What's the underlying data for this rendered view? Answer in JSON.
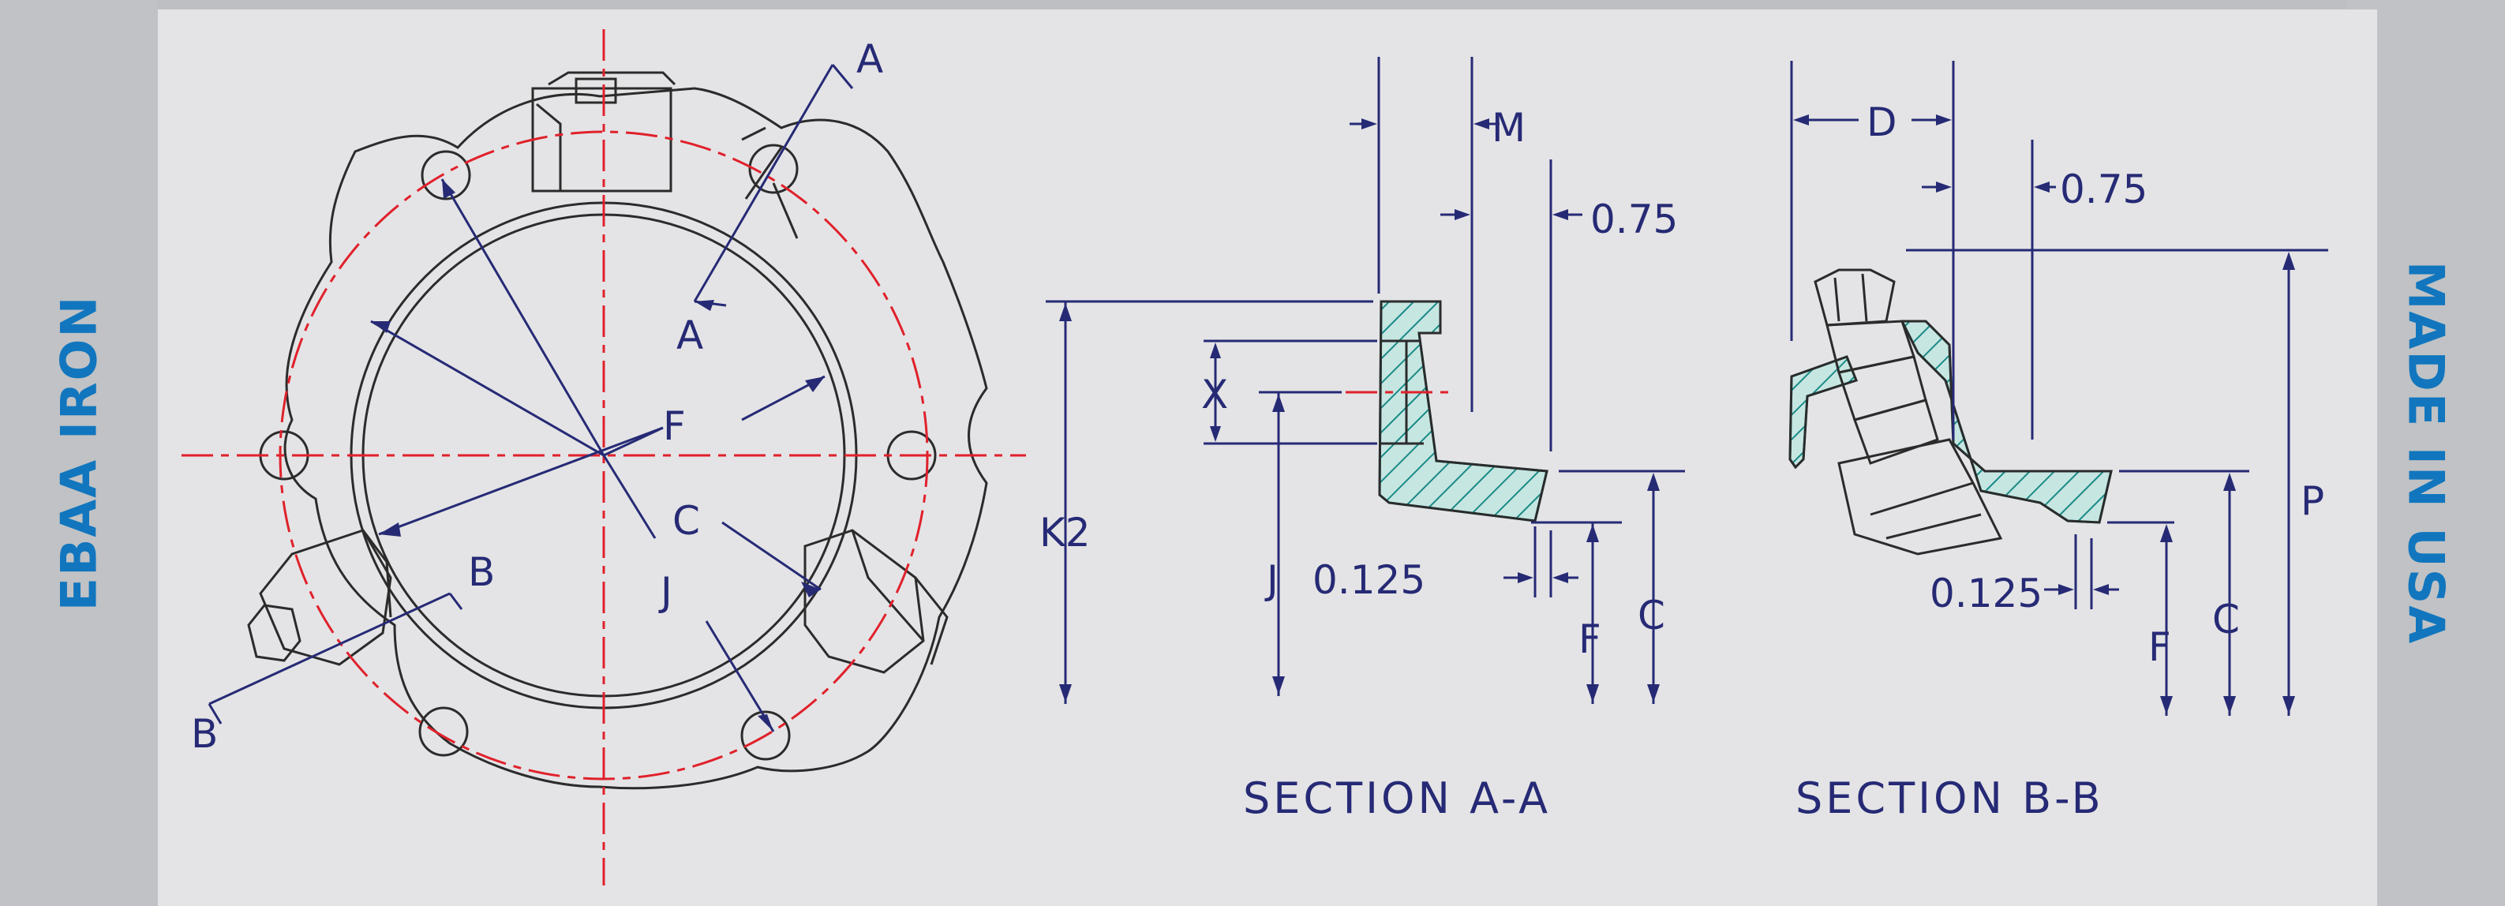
{
  "side_left_text": "EBAA IRON",
  "side_right_text": "MADE IN USA",
  "colors": {
    "outline": "#2b2b2b",
    "dimension": "#262a75",
    "centerline": "#e0212b",
    "hatch": "#1a8a86",
    "hatch_fill": "#c6e6e2",
    "text_brand": "#1176be",
    "sheet": "#e4e4e6"
  },
  "front_view": {
    "labels": {
      "a_top": "A",
      "a_bottom": "A",
      "b_right": "B",
      "b_left": "B",
      "f": "F",
      "c": "C",
      "j": "J"
    }
  },
  "section_aa": {
    "title": "SECTION A-A",
    "labels": {
      "m": "M",
      "dim_075": "0.75",
      "x": "X",
      "k2": "K2",
      "j": "J",
      "dim_0125": "0.125",
      "f": "F",
      "c": "C"
    }
  },
  "section_bb": {
    "title": "SECTION B-B",
    "labels": {
      "d": "D",
      "dim_075": "0.75",
      "p": "P",
      "dim_0125": "0.125",
      "f": "F",
      "c": "C"
    }
  }
}
